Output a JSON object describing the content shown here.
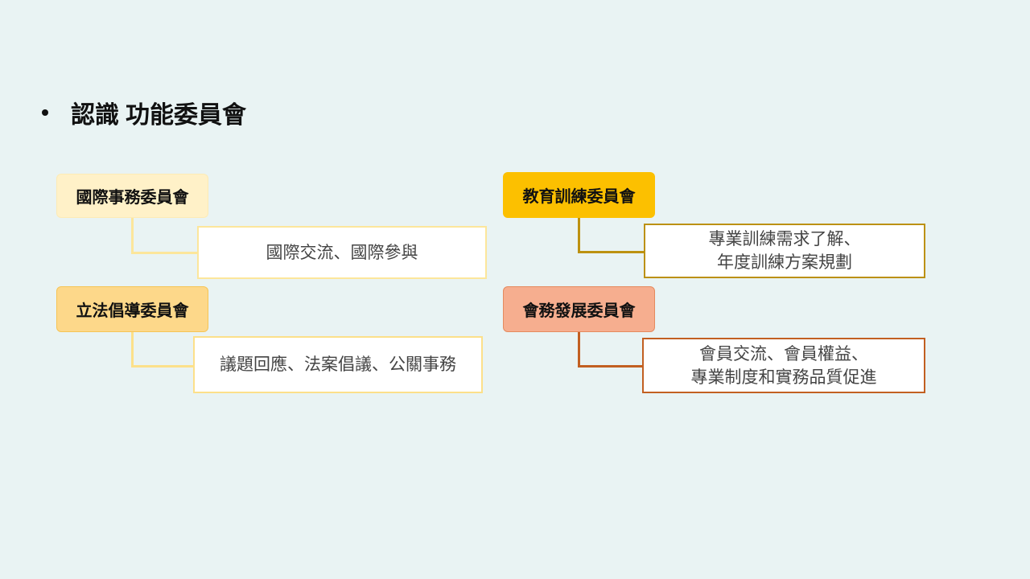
{
  "slide": {
    "title_part1": "認識",
    "title_part2": "功能委員會"
  },
  "committees": [
    {
      "name": "國際事務委員會",
      "desc_lines": [
        "國際交流、國際參與"
      ],
      "head_color": "#fff1c8",
      "line_color": "#fce69b"
    },
    {
      "name": "教育訓練委員會",
      "desc_lines": [
        "專業訓練需求了解、",
        "年度訓練方案規劃"
      ],
      "head_color": "#fcc000",
      "line_color": "#bc9110"
    },
    {
      "name": "立法倡導委員會",
      "desc_lines": [
        "議題回應、法案倡議、公關事務"
      ],
      "head_color": "#fdd88a",
      "line_color": "#fce08a"
    },
    {
      "name": "會務發展委員會",
      "desc_lines": [
        "會員交流、會員權益、",
        "專業制度和實務品質促進"
      ],
      "head_color": "#f6ae8f",
      "line_color": "#c25f21"
    }
  ]
}
